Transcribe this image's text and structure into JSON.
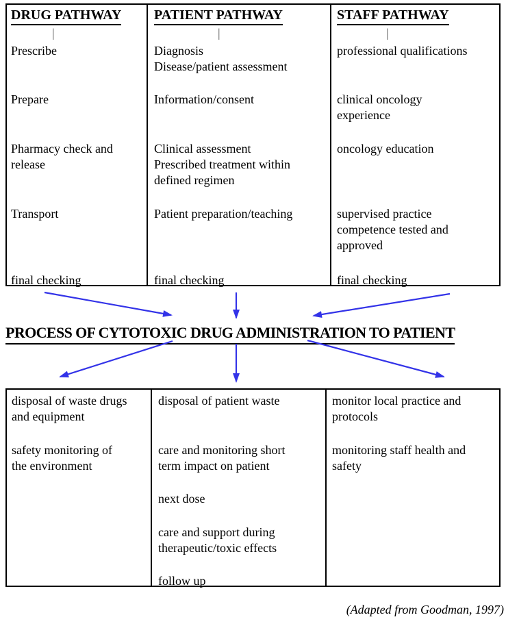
{
  "colors": {
    "arrow_blue": "#3333e8",
    "text": "#000000",
    "border": "#000000"
  },
  "top_table": {
    "columns": [
      {
        "header": "DRUG PATHWAY",
        "connector": "|",
        "items": [
          "Prescribe",
          "Prepare",
          "Pharmacy check and\nrelease",
          "Transport",
          "final checking"
        ]
      },
      {
        "header": "PATIENT PATHWAY",
        "connector": "|",
        "items": [
          "Diagnosis\nDisease/patient assessment",
          "Information/consent",
          "Clinical assessment\nPrescribed treatment within\ndefined regimen",
          "Patient preparation/teaching",
          "final checking"
        ]
      },
      {
        "header": "STAFF PATHWAY",
        "connector": "|",
        "items": [
          "professional qualifications",
          "clinical oncology\nexperience",
          "oncology education",
          "supervised practice\ncompetence tested and\napproved",
          "final checking"
        ]
      }
    ]
  },
  "center_title": "PROCESS OF CYTOTOXIC DRUG ADMINISTRATION TO PATIENT",
  "bottom_table": {
    "columns": [
      {
        "items": [
          "disposal of waste drugs\nand equipment",
          "safety monitoring of\nthe environment"
        ]
      },
      {
        "items": [
          "disposal of patient waste",
          "care and monitoring short\nterm impact on patient",
          "next dose",
          "care and support during\ntherapeutic/toxic effects",
          "follow up"
        ]
      },
      {
        "items": [
          "monitor local practice and\nprotocols",
          "monitoring staff health and\nsafety"
        ]
      }
    ]
  },
  "caption": "(Adapted from Goodman, 1997)"
}
